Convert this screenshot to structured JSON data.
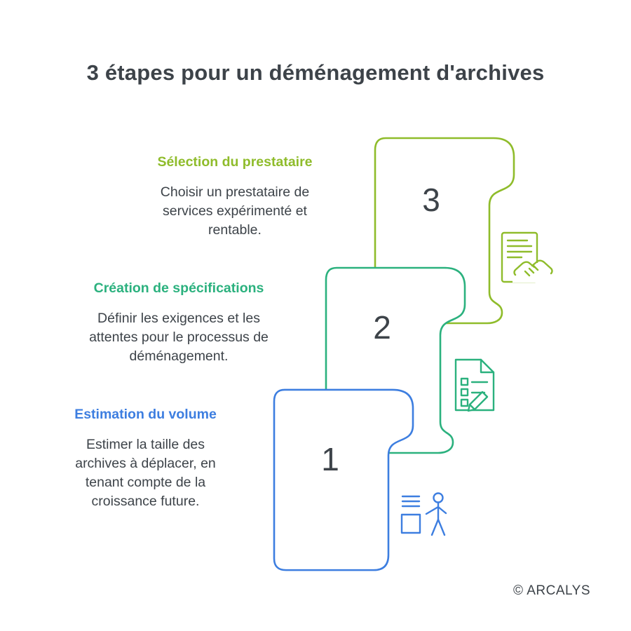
{
  "title": "3 étapes pour un déménagement d'archives",
  "copyright": "© ARCALYS",
  "colors": {
    "step1": "#3d7ee0",
    "step2": "#2bb17e",
    "step3": "#8fbc2b",
    "text": "#3d4349"
  },
  "steps": [
    {
      "number": "1",
      "label": "Estimation du volume",
      "description": "Estimer la taille des archives à déplacer, en tenant compte de la croissance future.",
      "icon": "person-inventory-icon"
    },
    {
      "number": "2",
      "label": "Création de spécifications",
      "description": "Définir les exigences et les attentes pour le processus de déménagement.",
      "icon": "checklist-pencil-icon"
    },
    {
      "number": "3",
      "label": "Sélection du prestataire",
      "description": "Choisir un prestataire de services expérimenté et rentable.",
      "icon": "contract-handshake-icon"
    }
  ]
}
